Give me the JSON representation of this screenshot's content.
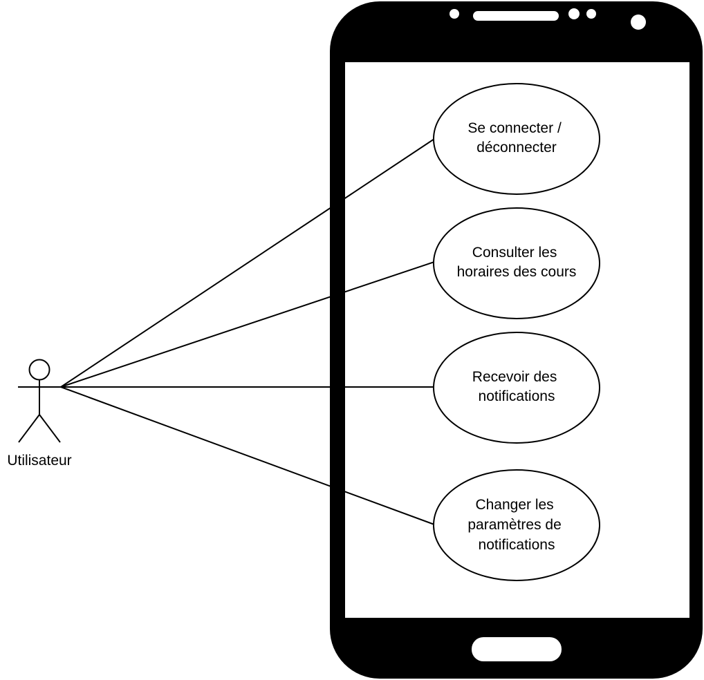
{
  "actor": {
    "label": "Utilisateur"
  },
  "use_cases": [
    {
      "id": "login",
      "lines": [
        "Se connecter /",
        "déconnecter"
      ]
    },
    {
      "id": "schedule",
      "lines": [
        "Consulter les",
        "horaires des cours"
      ]
    },
    {
      "id": "notifications",
      "lines": [
        "Recevoir des",
        "notifications"
      ]
    },
    {
      "id": "settings",
      "lines": [
        "Changer les",
        "paramètres de",
        "notifications"
      ]
    }
  ],
  "colors": {
    "phone_body": "#000000",
    "screen": "#ffffff",
    "lines": "#000000",
    "background": "#ffffff"
  },
  "icons": {
    "actor": "stick-figure-icon",
    "device": "smartphone-icon"
  }
}
